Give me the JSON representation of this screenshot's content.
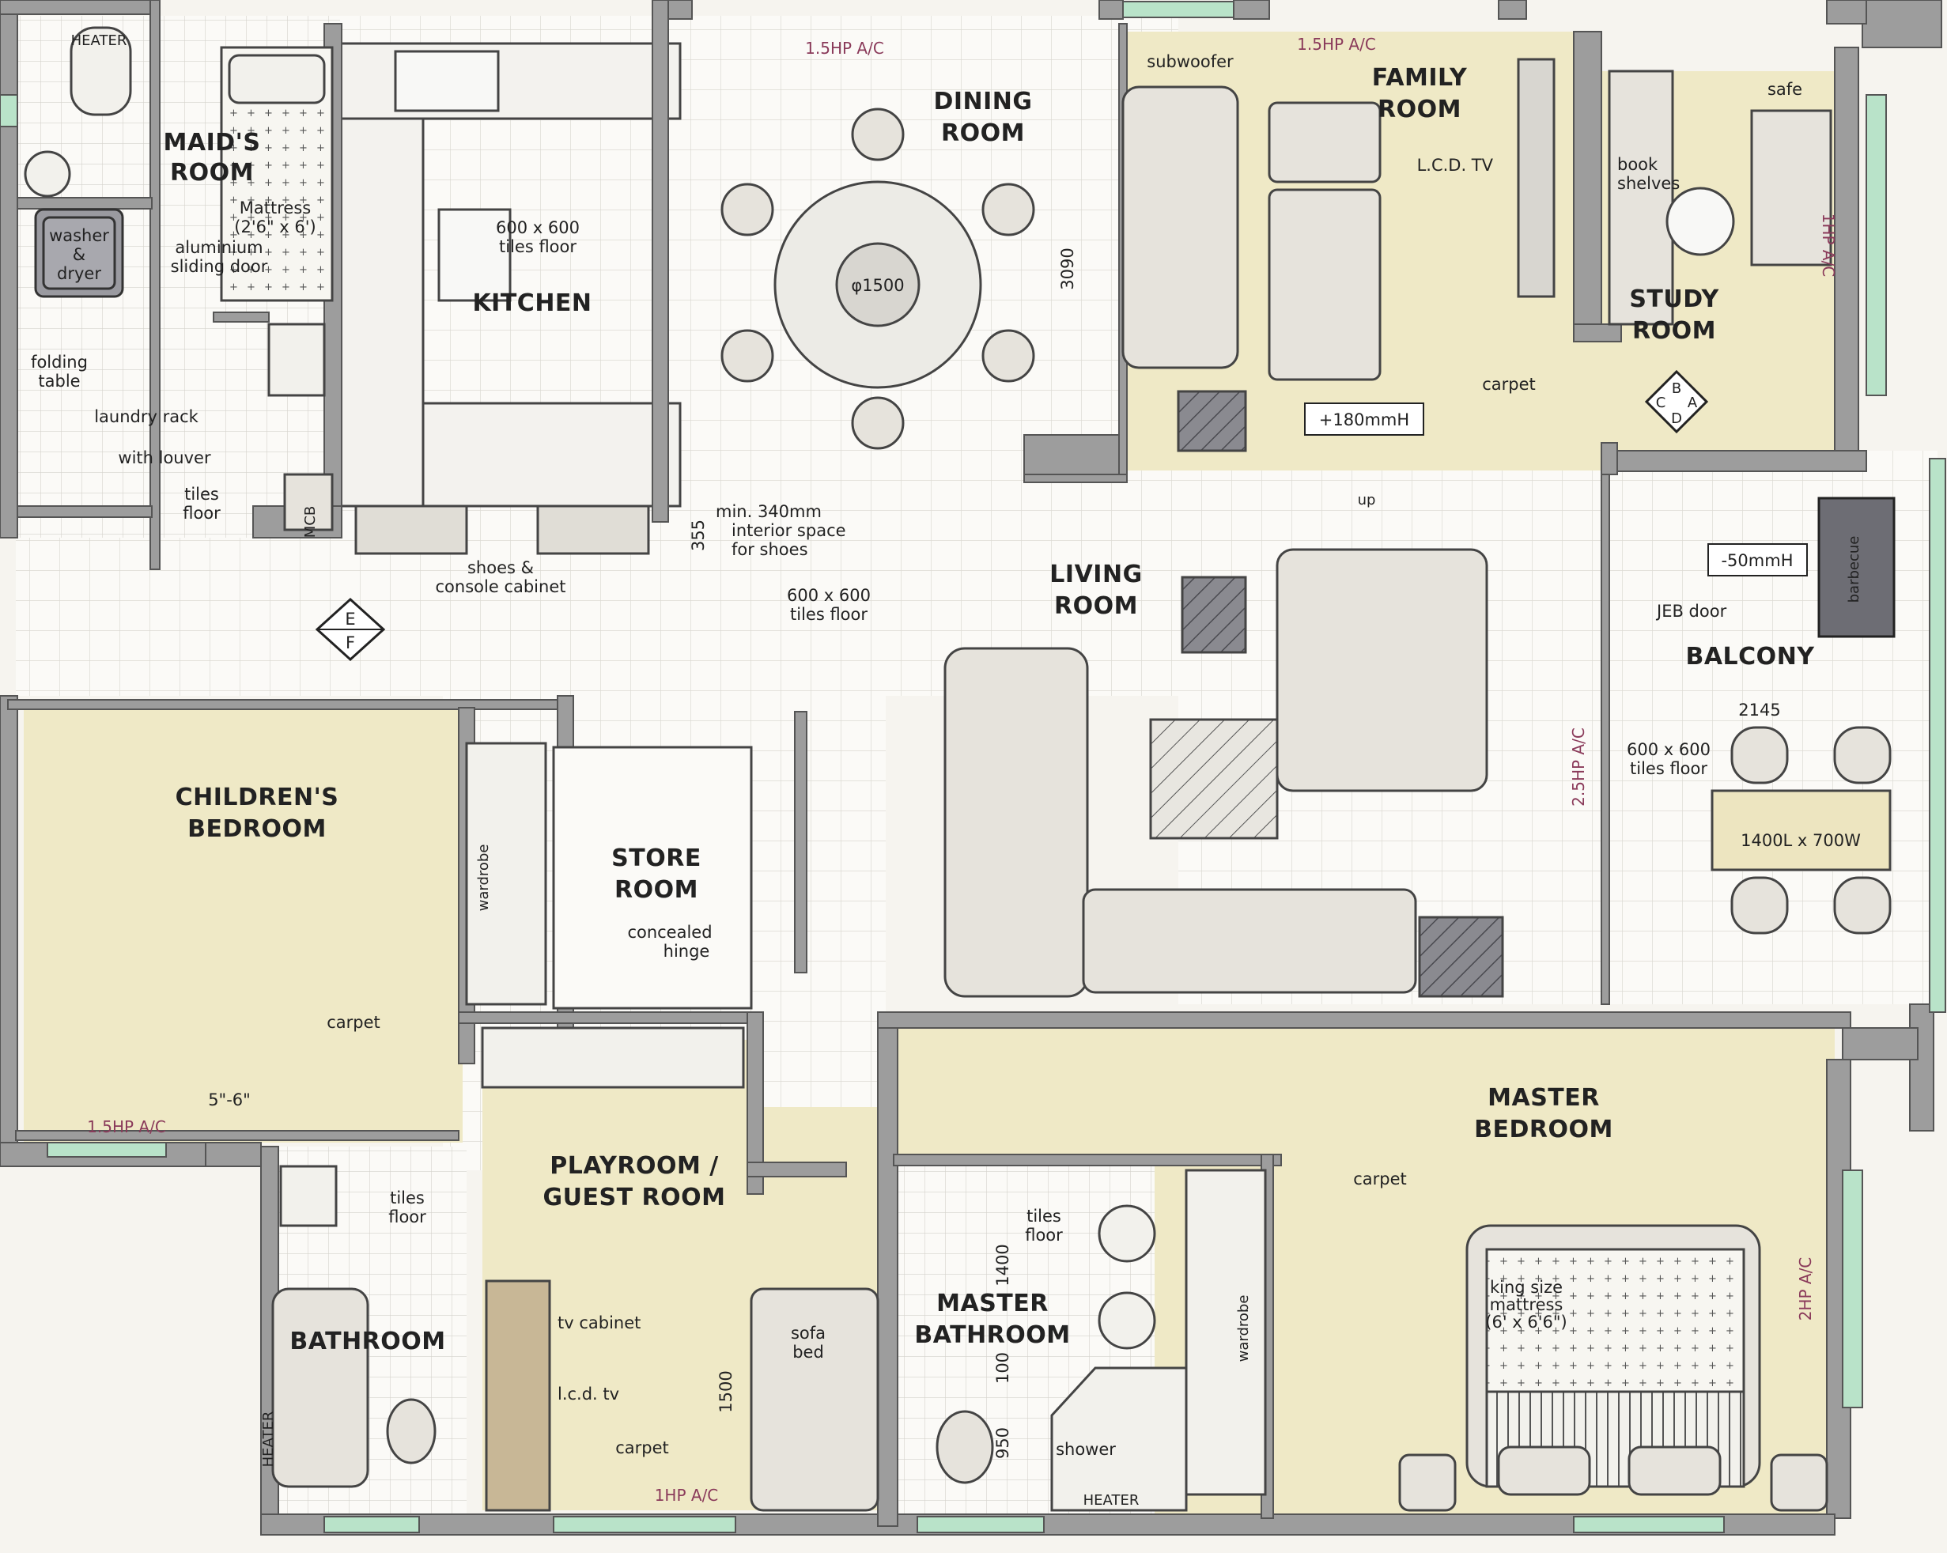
{
  "colors": {
    "carpet": "#efe9c6",
    "tile": "#fbfaf7",
    "wall": "#9d9d9d",
    "line": "#444444",
    "ac_mark": "#8a3a5a",
    "furniture": "#e6e3dc",
    "dark_rug": "#7d7d82",
    "window": "#b9e3c9"
  },
  "rooms": {
    "maids": [
      "MAID'S",
      "ROOM"
    ],
    "kitchen": [
      "KITCHEN"
    ],
    "dining": [
      "DINING",
      "ROOM"
    ],
    "family": [
      "FAMILY",
      "ROOM"
    ],
    "study": [
      "STUDY",
      "ROOM"
    ],
    "living": [
      "LIVING",
      "ROOM"
    ],
    "balcony": [
      "BALCONY"
    ],
    "childrens": [
      "CHILDREN'S",
      "BEDROOM"
    ],
    "store": [
      "STORE",
      "ROOM"
    ],
    "master": [
      "MASTER",
      "BEDROOM"
    ],
    "playroom": [
      "PLAYROOM /",
      "GUEST ROOM"
    ],
    "bathroom": [
      "BATHROOM"
    ],
    "master_bath": [
      "MASTER",
      "BATHROOM"
    ]
  },
  "labels": {
    "heater_maid": "HEATER",
    "washer": [
      "washer",
      "&",
      "dryer"
    ],
    "mattress": [
      "Mattress",
      "(2'6\" x 6')"
    ],
    "aluminium": [
      "aluminium",
      "sliding door"
    ],
    "folding": [
      "folding",
      "table"
    ],
    "laundry": [
      "laundry rack",
      "with louver"
    ],
    "tiles_maid": [
      "tiles",
      "floor"
    ],
    "mcb": "MCB",
    "kitchen_tiles": [
      "600 x 600",
      "tiles floor"
    ],
    "shoes": [
      "shoes &",
      "console cabinet"
    ],
    "dim_355": "355",
    "shoe_note": [
      "min. 340mm",
      "interior space",
      "for shoes"
    ],
    "ef_marker": [
      "E",
      "F"
    ],
    "ac_dining": "1.5HP A/C",
    "table_dia": "φ1500",
    "dim_3090": "3090",
    "subwoofer": "subwoofer",
    "ac_family": "1.5HP A/C",
    "lcd_family": "L.C.D. TV",
    "carpet_family": "carpet",
    "plus180": "+180mmH",
    "up": "up",
    "book_shelves": [
      "book",
      "shelves"
    ],
    "safe": "safe",
    "ac_study": "1HP A/C",
    "abcd_marker": [
      "B",
      "C",
      "A",
      "D"
    ],
    "living_tiles": [
      "600 x 600",
      "tiles floor"
    ],
    "minus50": "-50mmH",
    "barbecue": "barbecue",
    "jeb_door": "JEB door",
    "ac_living": "2.5HP A/C",
    "dim_2145": "2145",
    "balcony_tiles": [
      "600 x 600",
      "tiles floor"
    ],
    "balcony_table": "1400L x 700W",
    "carpet_children": "carpet",
    "ac_children": "1.5HP A/C",
    "dim_56": "5\"-6\"",
    "wardrobe_children": "wardrobe",
    "concealed": [
      "concealed",
      "hinge"
    ],
    "tiles_bath": [
      "tiles",
      "floor"
    ],
    "heater_bath": "HEATER",
    "tv_cabinet": "tv cabinet",
    "lcd_play": "l.c.d. tv",
    "sofa_bed": [
      "sofa",
      "bed"
    ],
    "dim_1500": "1500",
    "carpet_play": "carpet",
    "ac_play": "1HP A/C",
    "tiles_mbath": [
      "tiles",
      "floor"
    ],
    "dim_1400": "1400",
    "dim_100": "100",
    "dim_950": "950",
    "shower": "shower",
    "heater_mbath": "HEATER",
    "wardrobe_master": "wardrobe",
    "carpet_master": "carpet",
    "king": [
      "king size",
      "mattress",
      "(6' x 6'6\")"
    ],
    "ac_master": "2HP A/C"
  }
}
